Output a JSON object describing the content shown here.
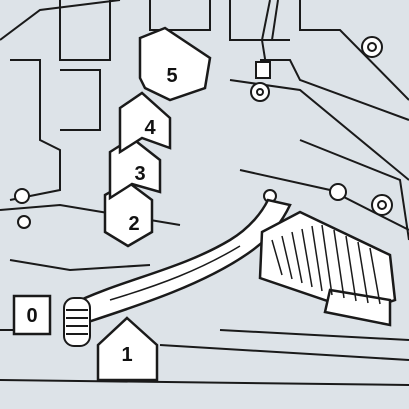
{
  "figure": {
    "colors": {
      "background": "#dde3e8",
      "line": "#1a1a1a",
      "part_fill": "#ffffff",
      "shade": "#c9d1d8"
    },
    "gear_positions": [
      {
        "label": "0",
        "kind": "neutral-box"
      },
      {
        "label": "1",
        "kind": "arrow-up"
      },
      {
        "label": "2",
        "kind": "chevron"
      },
      {
        "label": "3",
        "kind": "chevron"
      },
      {
        "label": "4",
        "kind": "chevron"
      },
      {
        "label": "5",
        "kind": "chevron"
      }
    ]
  }
}
